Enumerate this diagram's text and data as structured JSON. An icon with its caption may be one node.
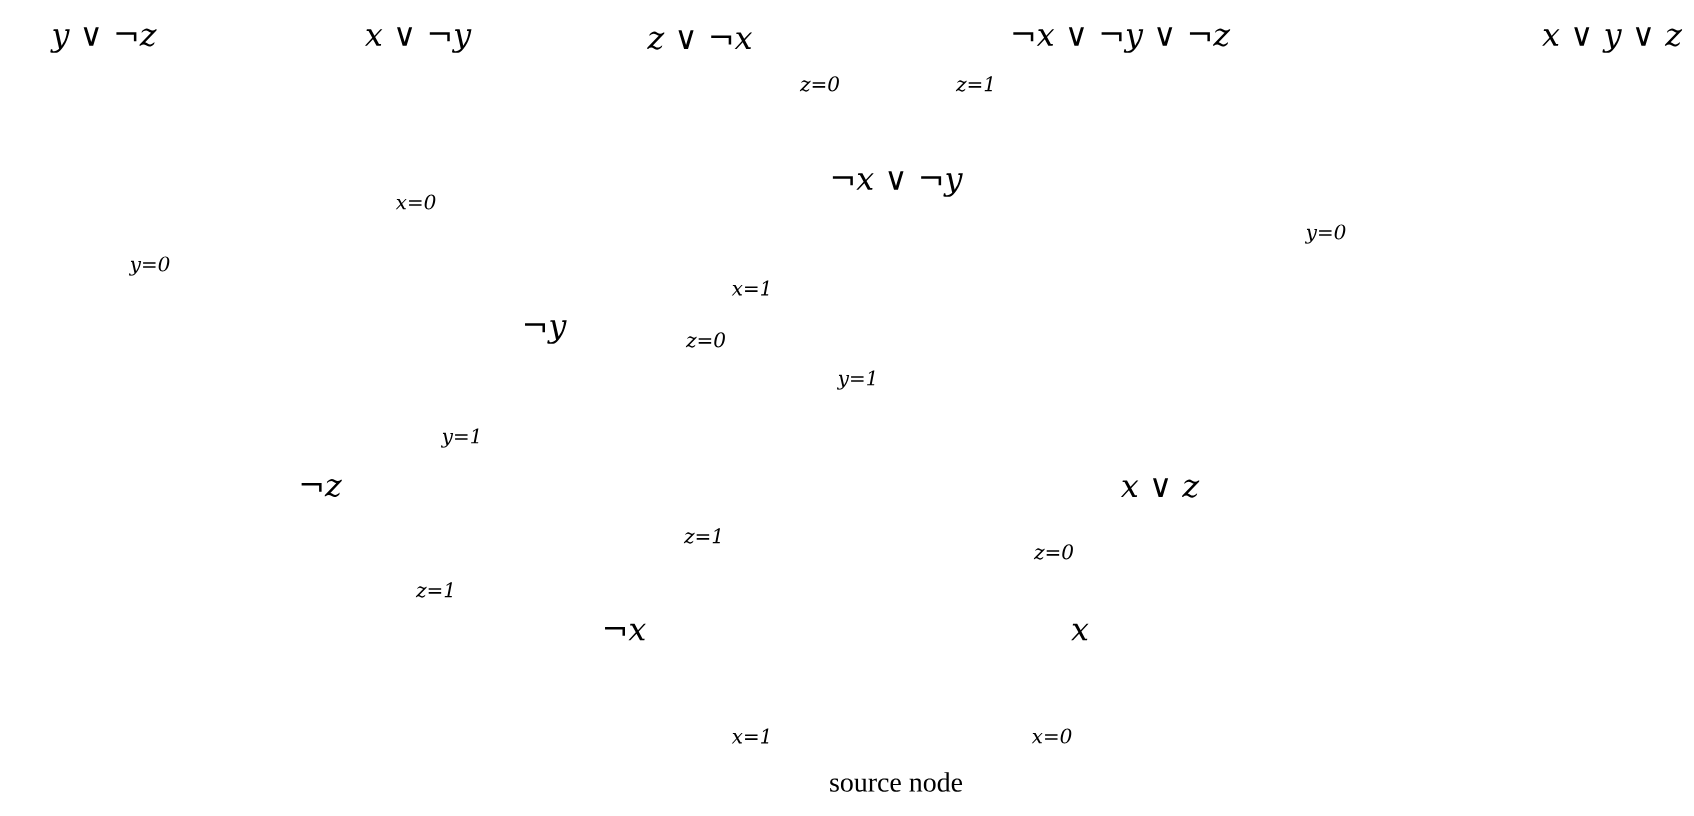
{
  "diagram": {
    "labels": [
      "y ∨ ¬z",
      "x ∨ ¬y",
      "z ∨ ¬x",
      "¬x ∨ ¬y ∨ ¬z",
      "x ∨ y ∨ z",
      "z=0",
      "z=1",
      "¬x ∨ ¬y",
      "x=0",
      "y=0",
      "y=0",
      "x=1",
      "¬y",
      "z=0",
      "y=1",
      "y=1",
      "¬z",
      "x ∨ z",
      "z=1",
      "z=0",
      "z=1",
      "¬x",
      "x",
      "x=1",
      "x=0",
      "source node"
    ]
  }
}
